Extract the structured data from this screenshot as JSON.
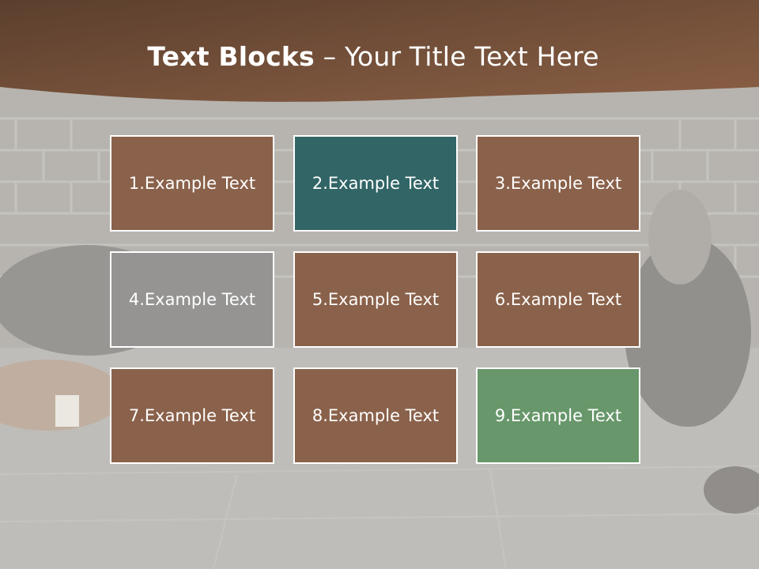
{
  "title": {
    "bold": "Text Blocks",
    "dash": " – ",
    "rest": "Your Title Text Here"
  },
  "colors": {
    "banner_dark": "#5b3f2d",
    "banner_light": "#8a5f45",
    "brown": "#8a614a",
    "teal": "#316566",
    "gray": "#959493",
    "green": "#67976a"
  },
  "blocks": [
    {
      "label": "1.Example Text",
      "color": "brown"
    },
    {
      "label": "2.Example Text",
      "color": "teal"
    },
    {
      "label": "3.Example Text",
      "color": "brown"
    },
    {
      "label": "4.Example Text",
      "color": "gray"
    },
    {
      "label": "5.Example Text",
      "color": "brown"
    },
    {
      "label": "6.Example Text",
      "color": "brown"
    },
    {
      "label": "7.Example Text",
      "color": "brown"
    },
    {
      "label": "8.Example Text",
      "color": "brown"
    },
    {
      "label": "9.Example Text",
      "color": "green"
    }
  ]
}
